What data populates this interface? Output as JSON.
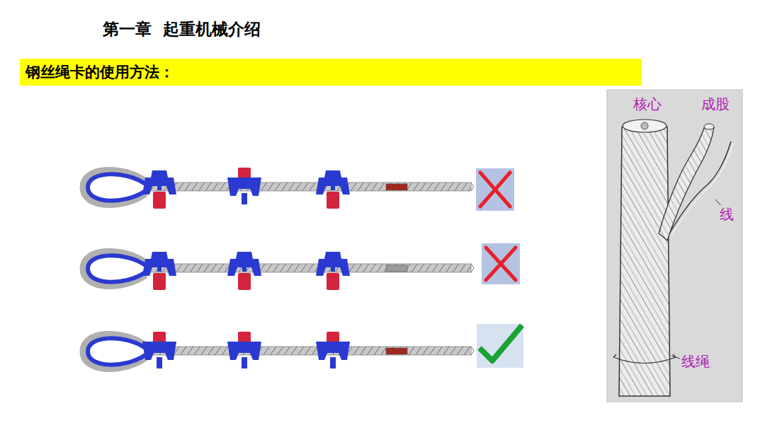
{
  "diagram": {
    "title": "第一章  起重机械介绍",
    "nodes": [
      {
        "text": [
          "钢丝绳卡的使用方法："
        ]
      }
    ],
    "labels": [
      "核心",
      "成股",
      "线",
      "线绳"
    ]
  }
}
